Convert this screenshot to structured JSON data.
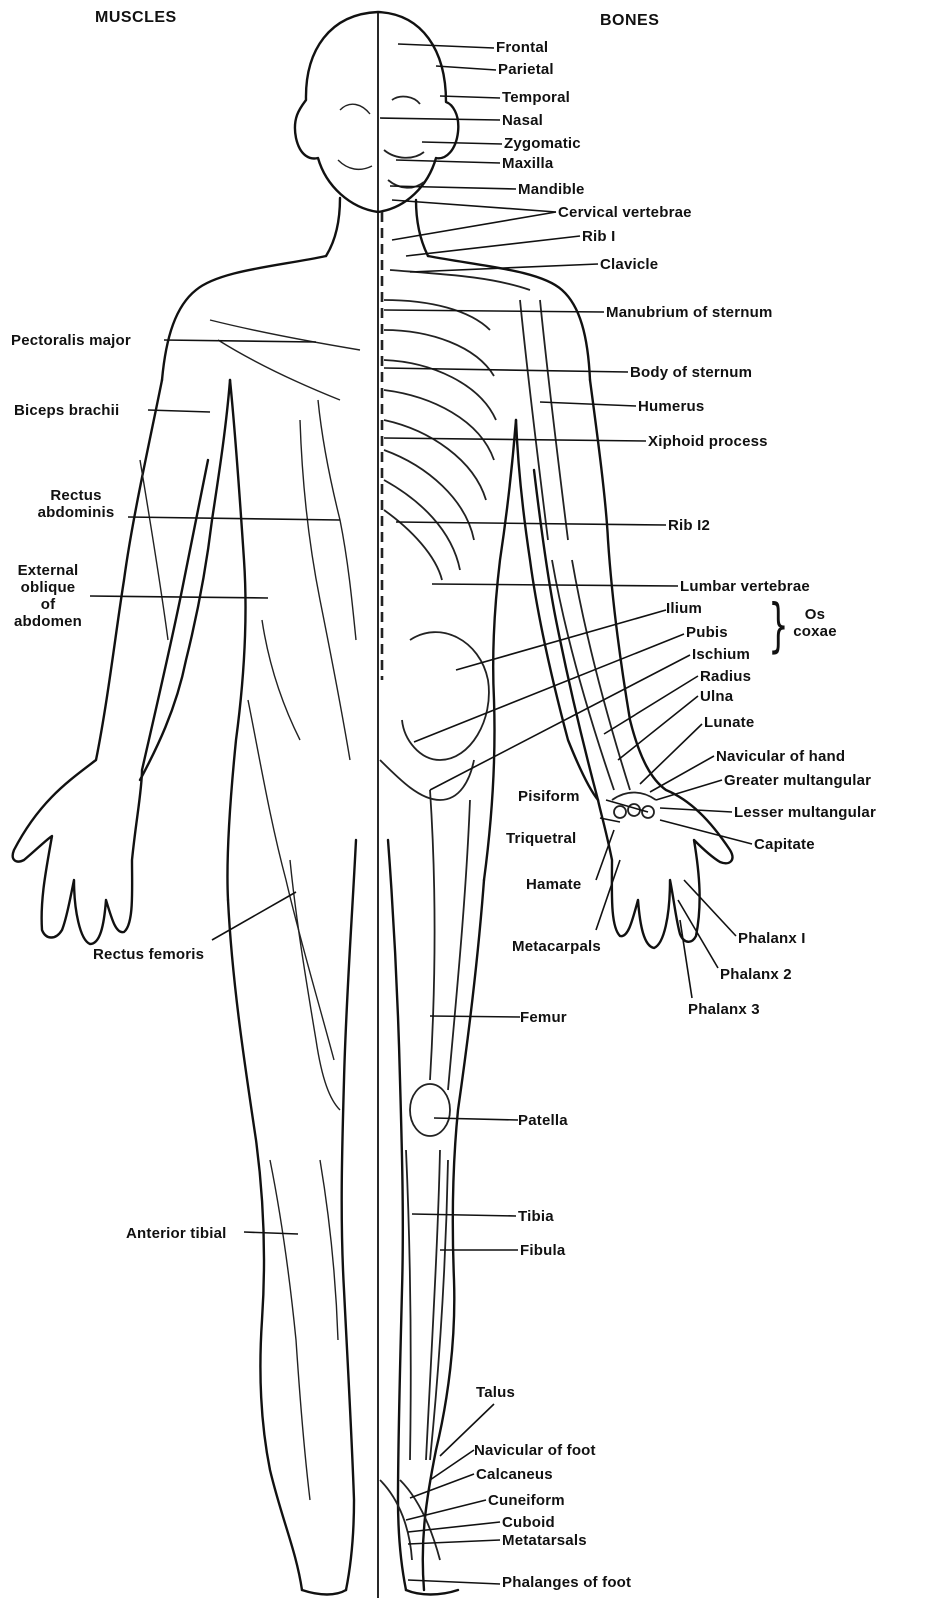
{
  "headings": {
    "muscles": "MUSCLES",
    "bones": "BONES"
  },
  "bone_labels": {
    "frontal": "Frontal",
    "parietal": "Parietal",
    "temporal": "Temporal",
    "nasal": "Nasal",
    "zygomatic": "Zygomatic",
    "maxilla": "Maxilla",
    "mandible": "Mandible",
    "cervical_vertebrae": "Cervical vertebrae",
    "rib1": "Rib I",
    "clavicle": "Clavicle",
    "manubrium": "Manubrium of sternum",
    "body_sternum": "Body of sternum",
    "humerus": "Humerus",
    "xiphoid": "Xiphoid process",
    "rib12": "Rib I2",
    "lumbar": "Lumbar vertebrae",
    "ilium": "Ilium",
    "pubis": "Pubis",
    "ischium": "Ischium",
    "os_coxae": [
      "Os",
      "coxae"
    ],
    "radius": "Radius",
    "ulna": "Ulna",
    "lunate": "Lunate",
    "navicular_hand": "Navicular of hand",
    "greater_multangular": "Greater multangular",
    "lesser_multangular": "Lesser multangular",
    "capitate": "Capitate",
    "pisiform": "Pisiform",
    "triquetral": "Triquetral",
    "hamate": "Hamate",
    "metacarpals": "Metacarpals",
    "phalanx1": "Phalanx I",
    "phalanx2": "Phalanx 2",
    "phalanx3": "Phalanx 3",
    "femur": "Femur",
    "patella": "Patella",
    "tibia": "Tibia",
    "fibula": "Fibula",
    "talus": "Talus",
    "navicular_foot": "Navicular of foot",
    "calcaneus": "Calcaneus",
    "cuneiform": "Cuneiform",
    "cuboid": "Cuboid",
    "metatarsals": "Metatarsals",
    "phalanges_foot": "Phalanges of foot"
  },
  "muscle_labels": {
    "pectoralis": "Pectoralis major",
    "biceps": "Biceps brachii",
    "rectus_abdominis": [
      "Rectus",
      "abdominis"
    ],
    "external_oblique": [
      "External",
      "oblique",
      "of",
      "abdomen"
    ],
    "rectus_femoris": "Rectus femoris",
    "anterior_tibial": "Anterior tibial"
  }
}
